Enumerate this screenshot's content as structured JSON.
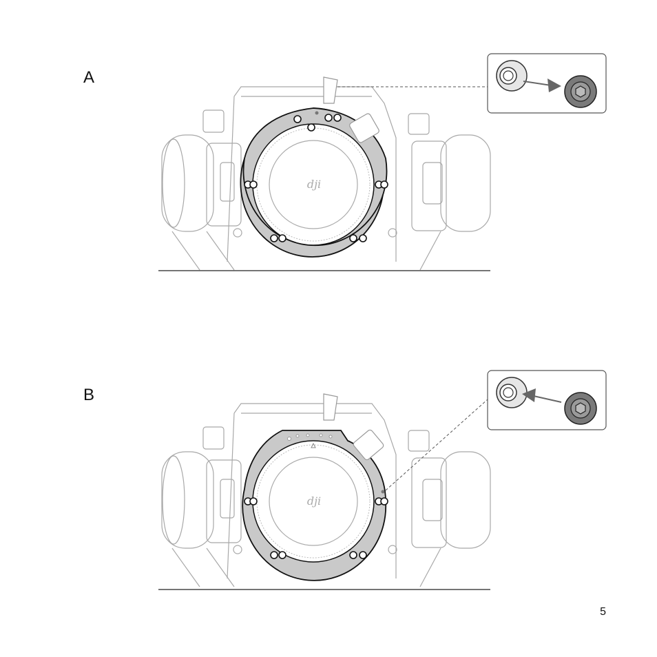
{
  "figures": [
    {
      "label": "A",
      "callout_direction": "unlock-to-lock"
    },
    {
      "label": "B",
      "callout_direction": "lock-to-unlock"
    }
  ],
  "lens_mount_logo": "dji",
  "page_number": "5",
  "colors": {
    "outline": "#9a9a9a",
    "ring_fill": "#c9c9c9",
    "ring_stroke": "#111111",
    "screw_dark": "#777777",
    "arrow": "#666666"
  }
}
